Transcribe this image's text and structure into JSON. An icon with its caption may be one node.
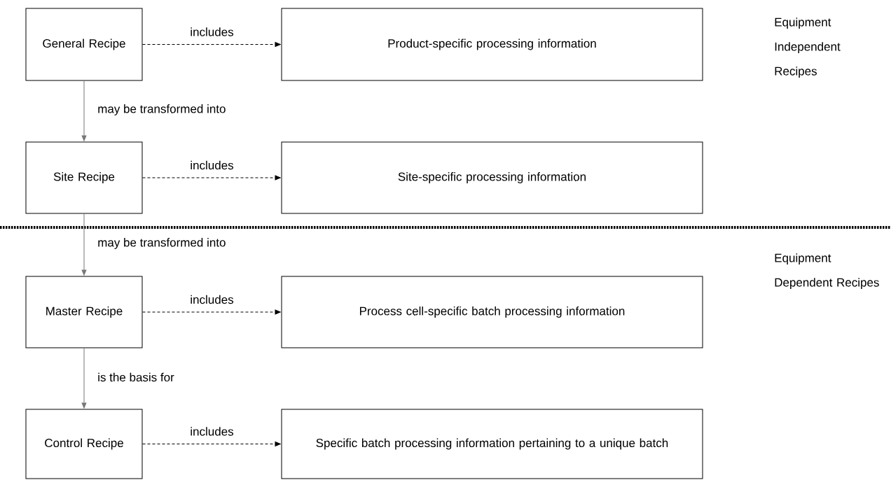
{
  "diagram": {
    "nodes": [
      {
        "text": [
          "General Recipe"
        ]
      },
      {
        "text": [
          "Product-specific processing information"
        ]
      },
      {
        "text": [
          "Site Recipe"
        ]
      },
      {
        "text": [
          "Site-specific processing information"
        ]
      },
      {
        "text": [
          "Master Recipe"
        ]
      },
      {
        "text": [
          "Process cell-specific batch processing information"
        ]
      },
      {
        "text": [
          "Control Recipe"
        ]
      },
      {
        "text": [
          "Specific batch processing information pertaining to a unique batch"
        ]
      }
    ],
    "edges": [
      {
        "from": 0,
        "to": 1,
        "arrow": "to",
        "label": "includes",
        "style": "dashed"
      },
      {
        "from": 0,
        "to": 2,
        "arrow": "to",
        "label": "may be transformed into",
        "color": "#777777"
      },
      {
        "from": 2,
        "to": 3,
        "arrow": "to",
        "label": "includes",
        "style": "dashed"
      },
      {
        "from": 2,
        "to": 4,
        "arrow": "to",
        "label": "may be transformed into",
        "color": "#777777"
      },
      {
        "from": 4,
        "to": 5,
        "arrow": "to",
        "label": "includes",
        "style": "dashed"
      },
      {
        "from": 4,
        "to": 6,
        "arrow": "to",
        "label": "is the basis for",
        "color": "#777777"
      },
      {
        "from": 6,
        "to": 7,
        "arrow": "to",
        "label": "includes",
        "style": "dashed"
      }
    ],
    "labels": [
      "Equipment Independent Recipes",
      "Equipment Dependent Recipes"
    ]
  }
}
